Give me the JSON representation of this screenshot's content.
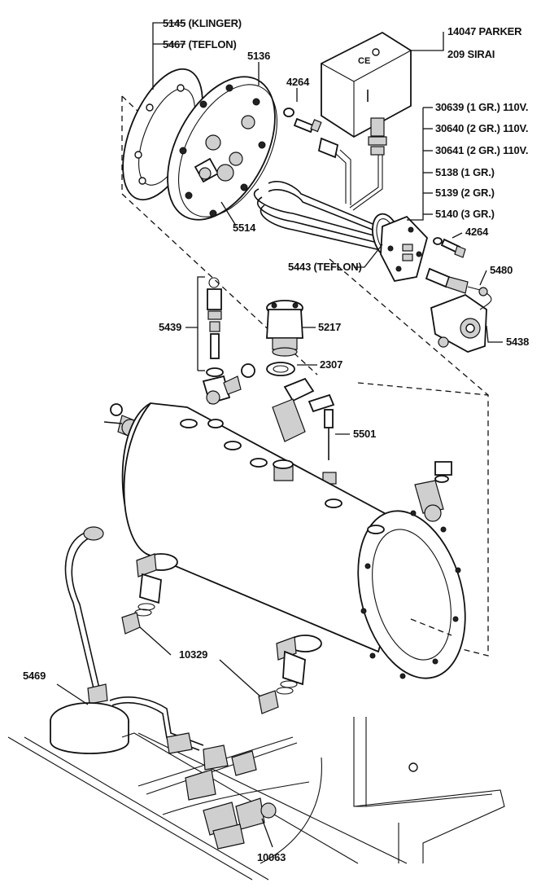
{
  "labels": {
    "gasket_klinger": "5145 (KLINGER)",
    "gasket_teflon": "5467 (TEFLON)",
    "flange": "5136",
    "bolt_top": "4264",
    "pressostat_parker": "14047 PARKER",
    "pressostat_sirai": "209 SIRAI",
    "heater_30639": "30639 (1 GR.) 110V.",
    "heater_30640": "30640 (2 GR.) 110V.",
    "heater_30641": "30641 (2 GR.) 110V.",
    "heater_5138": "5138 (1 GR.)",
    "heater_5139": "5139 (2 GR.)",
    "heater_5140": "5140 (3 GR.)",
    "bolt_right": "4264",
    "fitting_5514": "5514",
    "gasket_5443": "5443 (TEFLON)",
    "part_5480": "5480",
    "valve_5439": "5439",
    "valve_5217": "5217",
    "washer_2307": "2307",
    "bracket_5438": "5438",
    "probe_5501": "5501",
    "tube_5469": "5469",
    "fitting_10329": "10329",
    "valve_10063": "10063"
  }
}
